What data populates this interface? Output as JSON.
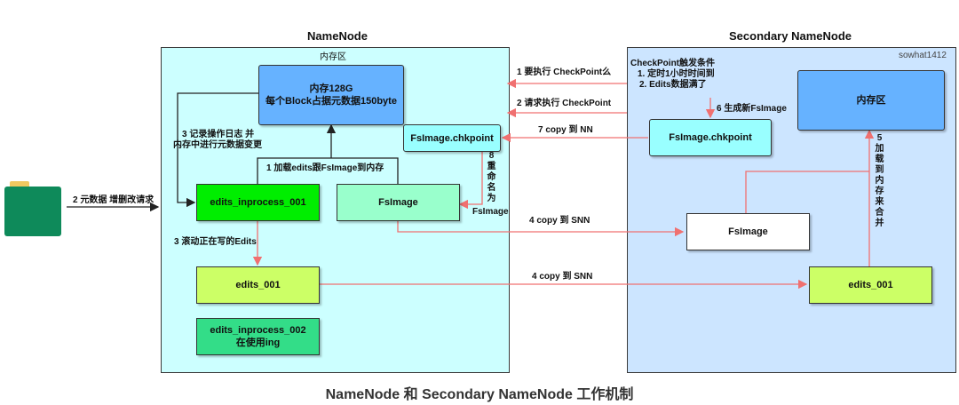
{
  "namenode": {
    "title": "NameNode",
    "memory_area_label": "内存区",
    "memory_box": {
      "line1": "内存128G",
      "line2": "每个Block占据元数据150byte"
    },
    "fsimage_chkpoint": "FsImage.chkpoint",
    "fsimage": "FsImage",
    "edits_inprocess_001": "edits_inprocess_001",
    "edits_001": "edits_001",
    "edits_inprocess_002": {
      "line1": "edits_inprocess_002",
      "line2": "在使用ing"
    }
  },
  "secondary": {
    "title": "Secondary NameNode",
    "watermark": "sowhat1412",
    "trigger": {
      "line1": "CheckPoint触发条件",
      "line2": "1. 定时1小时时间到",
      "line3": "2. Edits数据满了"
    },
    "memory_area": "内存区",
    "fsimage_chkpoint": "FsImage.chkpoint",
    "fsimage": "FsImage",
    "edits_001": "edits_001"
  },
  "labels": {
    "client_request": "2 元数据 增删改请求",
    "step1_ask": "1 要执行 CheckPoint么",
    "step2_request": "2 请求执行 CheckPoint",
    "step7_copy": "7 copy 到 NN",
    "step4_copy_fsimage": "4 copy 到 SNN",
    "step4_copy_edits": "4 copy 到 SNN",
    "step1_load": "1 加载edits跟FsImage到内存",
    "step3_log": {
      "line1": "3 记录操作日志 并",
      "line2": "内存中进行元数据变更"
    },
    "step3_roll": "3 滚动正在写的Edits",
    "step6_generate": "6 生成新FsImage",
    "step8_rename": "8重命名为",
    "step8_rename_tail": "FsImage",
    "step5_merge": "5加载到内存来合并"
  },
  "caption": "NameNode 和 Secondary NameNode 工作机制",
  "colors": {
    "nn_panel": "#ccffff",
    "snn_panel": "#cce5ff",
    "memory_blue": "#66b2ff",
    "cyan_box": "#99ffff",
    "mint_box": "#99ffcc",
    "green_box": "#00ee00",
    "lime_box": "#ccff66",
    "teal_box": "#33dd88",
    "arrow_red": "#f07070",
    "folder_green": "#0e8a5a",
    "folder_tab": "#f0c860"
  }
}
